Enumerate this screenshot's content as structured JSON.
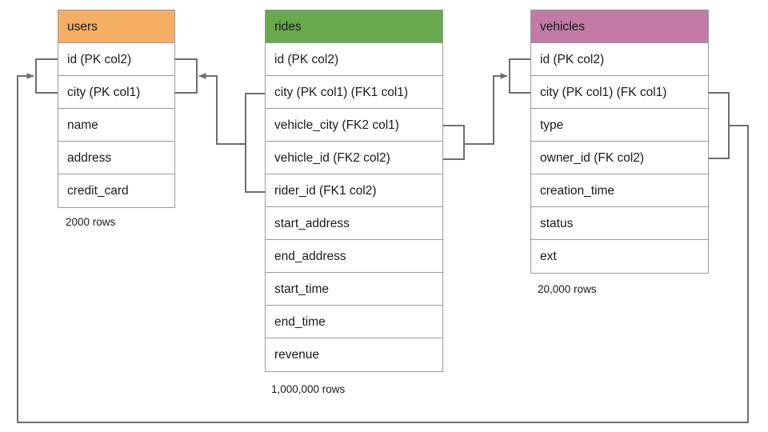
{
  "diagram": {
    "title": "rides schema entity relationship diagram",
    "background": "#ffffff",
    "line_color": "#6e6e6e"
  },
  "tables": [
    {
      "id": "users",
      "name": "users",
      "header_color": "#f5ae63",
      "row_count_label": "2000 rows",
      "columns": [
        "id (PK col2)",
        "city (PK col1)",
        "name",
        "address",
        "credit_card"
      ]
    },
    {
      "id": "rides",
      "name": "rides",
      "header_color": "#68a84e",
      "row_count_label": "1,000,000 rows",
      "columns": [
        "id (PK col2)",
        "city (PK col1) (FK1 col1)",
        "vehicle_city (FK2 col1)",
        "vehicle_id (FK2 col2)",
        "rider_id (FK1 col2)",
        "start_address",
        "end_address",
        "start_time",
        "end_time",
        "revenue"
      ]
    },
    {
      "id": "vehicles",
      "name": "vehicles",
      "header_color": "#c17ba4",
      "row_count_label": "20,000 rows",
      "columns": [
        "id (PK col2)",
        "city (PK col1) (FK col1)",
        "type",
        "owner_id (FK col2)",
        "creation_time",
        "status",
        "ext"
      ]
    }
  ],
  "relationships": [
    {
      "name": "rides-fk1-to-users",
      "from_table": "rides",
      "from_columns": [
        "city (PK col1) (FK1 col1)",
        "rider_id (FK1 col2)"
      ],
      "to_table": "users",
      "to_columns": [
        "id (PK col2)",
        "city (PK col1)"
      ]
    },
    {
      "name": "rides-fk2-to-vehicles",
      "from_table": "rides",
      "from_columns": [
        "vehicle_city (FK2 col1)",
        "vehicle_id (FK2 col2)"
      ],
      "to_table": "vehicles",
      "to_columns": [
        "id (PK col2)",
        "city (PK col1) (FK col1)"
      ]
    },
    {
      "name": "vehicles-fk-to-users",
      "from_table": "vehicles",
      "from_columns": [
        "city (PK col1) (FK col1)",
        "owner_id (FK col2)"
      ],
      "to_table": "users",
      "to_columns": [
        "id (PK col2)",
        "city (PK col1)"
      ]
    }
  ]
}
